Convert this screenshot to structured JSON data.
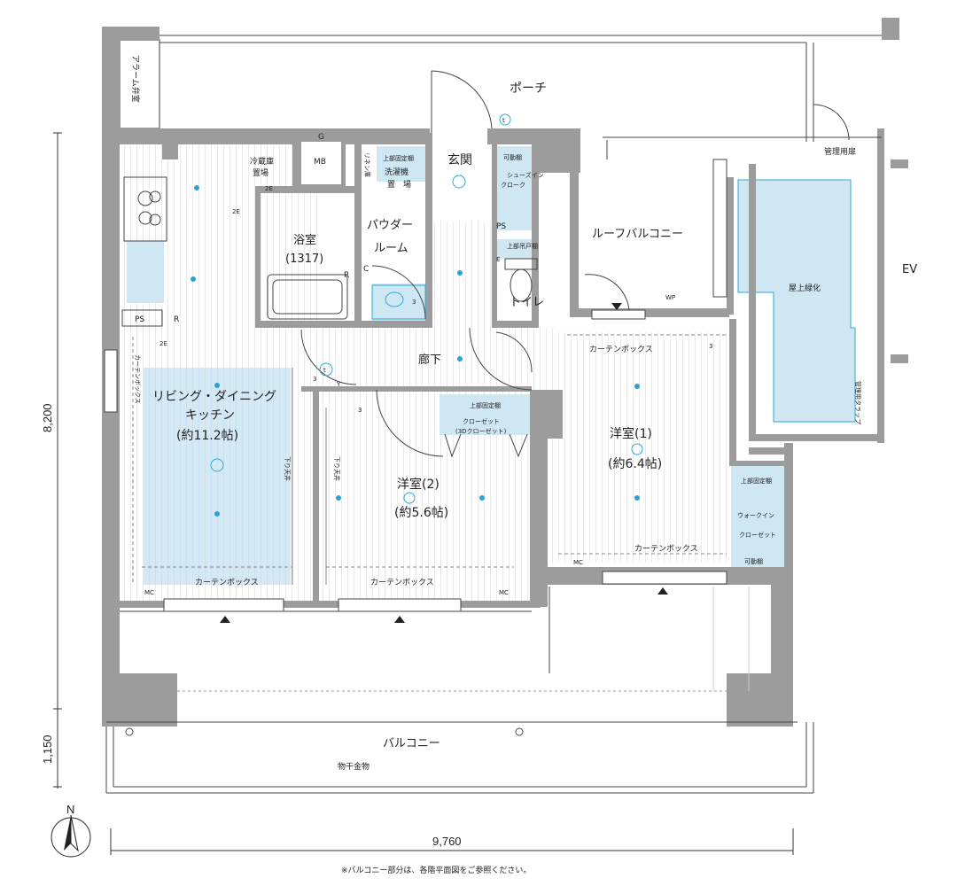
{
  "rooms": {
    "porch": "ポーチ",
    "entrance": "玄関",
    "mb": "MB",
    "g": "G",
    "alarm_valve": "アラーム弁室",
    "fridge_1": "冷蔵庫",
    "fridge_2": "置場",
    "linen": "リネン庫",
    "upper_fixed_shelf": "上部固定棚",
    "washer_1": "洗濯機",
    "washer_2": "置　場",
    "shoes_1": "シューズイン",
    "shoes_2": "クローク",
    "movable_shelf": "可動棚",
    "powder_1": "パウダー",
    "powder_2": "ルーム",
    "bath": "浴室",
    "bath_size": "(1317)",
    "c_mark": "C",
    "r_mark": "R",
    "ps": "PS",
    "toilet": "トイレ",
    "upper_hanging_shelf": "上部吊戸棚",
    "roof_balcony": "ルーフバルコニー",
    "rooftop_green": "屋上緑化",
    "mgmt_door": "管理用扉",
    "mgmt_trap": "管理用タラップ",
    "ev": "EV",
    "corridor": "廊下",
    "curtain_box": "カーテンボックス",
    "ldk_1": "リビング・ダイニング",
    "ldk_2": "キッチン",
    "ldk_3": "(約11.2帖)",
    "lowered_ceiling": "下り天井",
    "closet": "クローゼット",
    "closet_3d": "(3Dクローゼット)",
    "western2_1": "洋室(2)",
    "western2_2": "(約5.6帖)",
    "western1_1": "洋室(1)",
    "western1_2": "(約6.4帖)",
    "wic_1": "ウォークイン",
    "wic_2": "クローゼット",
    "balcony": "バルコニー",
    "drying_hardware": "物干金物",
    "mc": "MC",
    "wp": "WP",
    "y": "Y",
    "t": "t",
    "e": "E",
    "e2": "2E",
    "n3": "3"
  },
  "dimensions": {
    "height_main": "8,200",
    "height_balcony": "1,150",
    "width": "9,760"
  },
  "compass": {
    "north": "N"
  },
  "note": "※バルコニー部分は、各階平面図をご参照ください。",
  "colors": {
    "ldk_fill": "#d5e9f5",
    "wet_fill": "#cfe6f3",
    "wall": "#9c9c9c",
    "accent": "#29a9d6"
  }
}
